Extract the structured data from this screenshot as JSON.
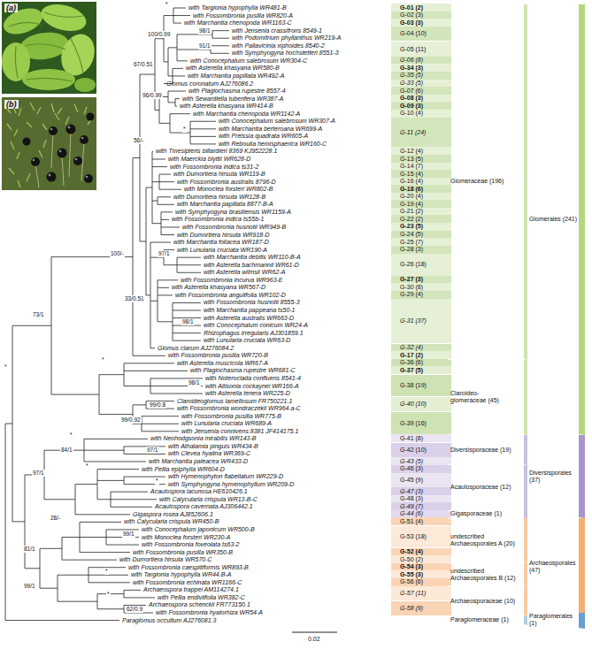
{
  "diagram": {
    "nodes": [
      {
        "text": [
          "G-01 (2)"
        ]
      },
      {
        "text": [
          "G-02 (3)"
        ]
      },
      {
        "text": [
          "G-03 (3)"
        ]
      },
      {
        "text": [
          "G-04 (10)"
        ]
      },
      {
        "text": [
          "G-05 (11)"
        ]
      },
      {
        "text": [
          "G-06 (8)"
        ]
      },
      {
        "text": [
          "G-34 (3)"
        ]
      },
      {
        "text": [
          "G-35 (5)"
        ]
      },
      {
        "text": [
          "G-33 (5)"
        ]
      },
      {
        "text": [
          "G-07 (6)"
        ]
      },
      {
        "text": [
          "G-08 (3)"
        ]
      },
      {
        "text": [
          "G-09 (3)"
        ]
      },
      {
        "text": [
          "G-10 (4)"
        ]
      },
      {
        "text": [
          "G-11 (24)"
        ]
      },
      {
        "text": [
          "G-12 (4)"
        ]
      },
      {
        "text": [
          "G-13 (5)"
        ]
      },
      {
        "text": [
          "G-14 (7)"
        ]
      },
      {
        "text": [
          "G-15 (4)"
        ]
      },
      {
        "text": [
          "G-16 (4)"
        ]
      },
      {
        "text": [
          "G-18 (6)"
        ]
      },
      {
        "text": [
          "G-20 (4)"
        ]
      },
      {
        "text": [
          "G-19 (4)"
        ]
      },
      {
        "text": [
          "G-21 (2)"
        ]
      },
      {
        "text": [
          "G-22 (2)"
        ]
      },
      {
        "text": [
          "G-23 (5)"
        ]
      },
      {
        "text": [
          "G-24 (5)"
        ]
      },
      {
        "text": [
          "G-25 (7)"
        ]
      },
      {
        "text": [
          "G-28 (3)"
        ]
      },
      {
        "text": [
          "G-26 (18)"
        ]
      },
      {
        "text": [
          "G-27 (3)"
        ]
      },
      {
        "text": [
          "G-30 (8)"
        ]
      },
      {
        "text": [
          "G-29 (4)"
        ]
      },
      {
        "text": [
          "G-31 (37)"
        ]
      },
      {
        "text": [
          "G-32 (4)"
        ]
      },
      {
        "text": [
          "G-17 (2)"
        ]
      },
      {
        "text": [
          "G-36 (6)"
        ]
      },
      {
        "text": [
          "G-37 (5)"
        ]
      },
      {
        "text": [
          "G-38 (19)"
        ]
      },
      {
        "text": [
          "G-40 (10)"
        ]
      },
      {
        "text": [
          "G-39 (16)"
        ]
      },
      {
        "text": [
          "G-41 (8)"
        ]
      },
      {
        "text": [
          "G-42 (10)"
        ]
      },
      {
        "text": [
          "G-43 (5)"
        ]
      },
      {
        "text": [
          "G-46 (3)"
        ]
      },
      {
        "text": [
          "G-45 (9)"
        ]
      },
      {
        "text": [
          "G-47 (3)"
        ]
      },
      {
        "text": [
          "G-48 (3)"
        ]
      },
      {
        "text": [
          "G-49 (7)"
        ]
      },
      {
        "text": [
          "G-44 (6)"
        ]
      },
      {
        "text": [
          "G-51 (4)"
        ]
      },
      {
        "text": [
          "G-53 (18)"
        ]
      },
      {
        "text": [
          "G-52 (4)"
        ]
      },
      {
        "text": [
          "G-50 (2)"
        ]
      },
      {
        "text": [
          "G-54 (3)"
        ]
      },
      {
        "text": [
          "G-55 (3)"
        ]
      },
      {
        "text": [
          "G-56 (6)"
        ]
      },
      {
        "text": [
          "G-57 (11)"
        ]
      },
      {
        "text": [
          "G-58 (9)"
        ]
      },
      {
        "text": [
          "Glomeraceae (196)"
        ]
      },
      {
        "text": [
          "Claroideo- glomeraceae (45)"
        ]
      },
      {
        "text": [
          "Diversisporaceae (19)"
        ]
      },
      {
        "text": [
          "Acaulosporaceae (12)"
        ]
      },
      {
        "text": [
          "Gigasporaceae (1)"
        ]
      },
      {
        "text": [
          "undescribed Archaeosporales A (20)"
        ]
      },
      {
        "text": [
          "undescribed Archaeosporales B (12)"
        ]
      },
      {
        "text": [
          "Archaeosporaceae (10)"
        ]
      },
      {
        "text": [
          "Paraglomeraceae (1)"
        ]
      },
      {
        "text": [
          "Glomerales (241)"
        ]
      },
      {
        "text": [
          "Diversisporales (37)"
        ]
      },
      {
        "text": [
          "Archaeosporales (47)"
        ]
      },
      {
        "text": [
          "Paraglomerales (1)"
        ]
      }
    ],
    "labels": [
      "(a)",
      "(b)",
      "with Targionia hypophylla WR481-B",
      "with Fossombronia pusilla WR820-A",
      "with Marchantia chenopoda WR1163-C",
      "with Jensenia crassifrons 8549-1",
      "with Podomitrium phyllanthus WR219-A",
      "with Pallavicinia xiphoides 8540-2",
      "with Symphyogyna hochstetteri 8551-3",
      "with Conocephalum salebrosum WR304-C",
      "with Asterella khasyana WR580-B",
      "with Marchantia papillata WR492-A",
      "Glomus coronatum AJ276086.2",
      "with Plagiochasma rupestre 8557-4",
      "with Sewardiella tuberifera WR387-A",
      "with Asterella khasyana WR414-B",
      "with Marchantia chenopoda WR1142-A",
      "with Conocephalum salebrosum WR307-A",
      "with Marchantia berteroana WR699-A",
      "with Preissia quadrata WR605-A",
      "with Reboulia hemisphaerica WR160-C",
      "with Tmesipteris billardieri 8369 KJ952228.1",
      "with Maerckia blyttii WR628-D",
      "with Fossombronia indica ts31-2",
      "with Dumortiera hirsuta WR119-B",
      "with Fossombronia australis 8796-D",
      "with Monoclea forsteri WR802-B",
      "with Dumortiera hirsuta WR128-B",
      "with Marchantia papillata 8877-B-A",
      "with Symphyogyna brasiliensis WR1159-A",
      "with Fossombronia indica ts55b-1",
      "with Fossombronia husnotii WR949-B",
      "with Dumortiera hirsuta WR918-D",
      "with Marchantia foliacea WR187-D",
      "with Lunularia cruciata WR190-A",
      "with Marchantia debilis WR110-B-A",
      "with Asterella bachmannii WR61-D",
      "with Asterella wilmsii WR62-A",
      "with Fossombronia incurva WR963-E",
      "with Asterella khasyana WR567-D",
      "with Fossombronia angulifolia WR102-D",
      "with Fossombronia husnotii 8555-3",
      "with Marchantia pappeana ts50-1",
      "with Asterella australis WR663-D",
      "with Conocephalum conicum WR24-A",
      "Rhizophagus irregularis AJ301859.1",
      "with Lunularia cruciata WR63-D",
      "Glomus clarum AJ276084.2",
      "with Fossombronia pusilla WR720-B",
      "with Asterella muscicola WR67-A",
      "with Plagiochasma rupestre WR681-C",
      "with Noteroclada confluens 8541-4",
      "with Allisonia cockaynei WR166-A",
      "with Asterella tenera WR225-D",
      "Claroideoglomus lamellosum FR750221.1",
      "with Fossombronia wondraczekii WR964.a-C",
      "with Fossombronia pusilla WR775-B",
      "with Lunularia cruciata WR689-A",
      "with Jensenia connivens 8381 JF414175.1",
      "with Neohodgsonia mirabilis WR143-B",
      "with Athalamia pinguis WR434-B",
      "with Clevea hyalina WR369-C",
      "with Marchantia paleacea WR433-D",
      "with Pellia epiphylla WR604-D",
      "with Hymenophyton flabellatum WR229-D",
      "with Symphyogyna hymenophyllum WR209-D",
      "Acaulospora lacunosa HE610426.1",
      "with Calycularia crispula WR13-B-C",
      "Acaulospora cavernata AJ306442.1",
      "Gigaspora rosea AJ852606.1",
      "with Calycularia crispula WR450-B",
      "with Conocephalum japonicum WR500-B",
      "with Monoclea forsteri WR230-A",
      "with Fossombronia foveolata ts63-2",
      "with Fossombronia pusilla WR350-B",
      "with Dumortiera hirsuta WR570-C",
      "with Fossombronia caespitiformis WR893-B",
      "with Targionia hypophylla WR44.B-A",
      "with Fossombronia echinata WR1166-C",
      "Archaeospora trappei AM114274.1",
      "with Pellia endiviifolia WR382-C",
      "Archaeospora schenckii FR773150.1",
      "with Fossombronia hyalorhiza WR54-A",
      "Paraglomus occultum AJ276081.3",
      "*",
      "98/1",
      "100/0.99",
      "91/1",
      "67/0.51",
      "96/0.99",
      "*",
      "56/-",
      "100/-",
      "97/1",
      "33/0.51",
      "73/1",
      "98/1",
      "*",
      "*",
      "98/1",
      "99/0.8",
      "99/0.92",
      "*",
      "84/1",
      "97/1",
      "*",
      "97/1",
      "*",
      "28/-",
      "99/1",
      "81/1",
      "*",
      "99/1",
      "*",
      "62/0.9",
      "0.02"
    ]
  }
}
